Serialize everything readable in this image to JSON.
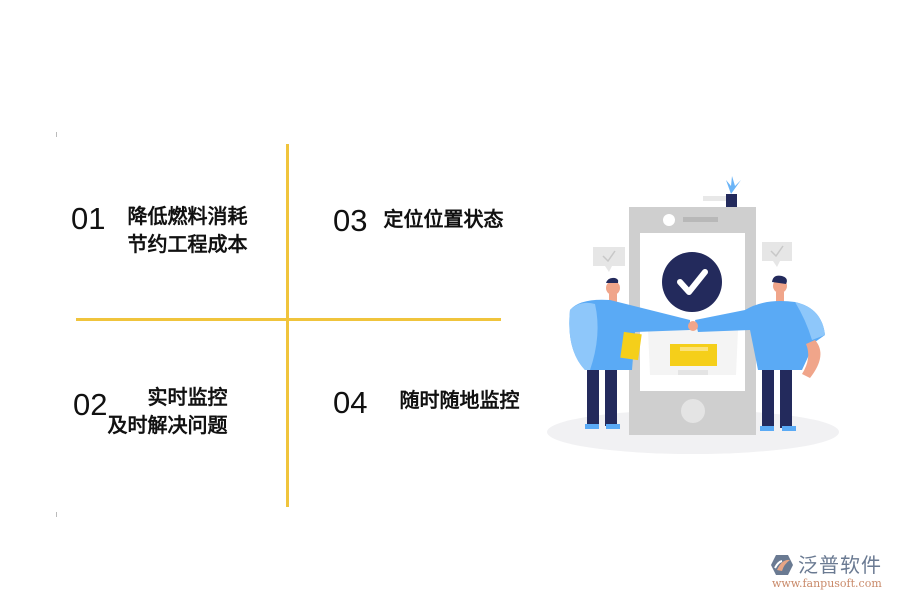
{
  "colors": {
    "divider": "#f0c43c",
    "text": "#111111",
    "phone_body": "#cfcfcf",
    "check_circle": "#232a5c",
    "shirt": "#5aaaf5",
    "accent_yellow": "#f5cf1a",
    "logo_name": "#6a7a92",
    "logo_url": "#c98a6a"
  },
  "quadrants": [
    {
      "number": "01",
      "lines": [
        "降低燃料消耗",
        "节约工程成本"
      ]
    },
    {
      "number": "02",
      "lines": [
        "实时监控",
        "及时解决问题"
      ]
    },
    {
      "number": "03",
      "lines": [
        "定位位置状态"
      ]
    },
    {
      "number": "04",
      "lines": [
        "随时随地监控"
      ]
    }
  ],
  "illustration": {
    "description": "two people fist-bumping in front of a smartphone with a check mark",
    "icons": [
      "smartphone-icon",
      "check-circle-icon",
      "speech-bubble-check-icon",
      "plant-icon"
    ]
  },
  "logo": {
    "name": "泛普软件",
    "url": "www.fanpusoft.com"
  }
}
